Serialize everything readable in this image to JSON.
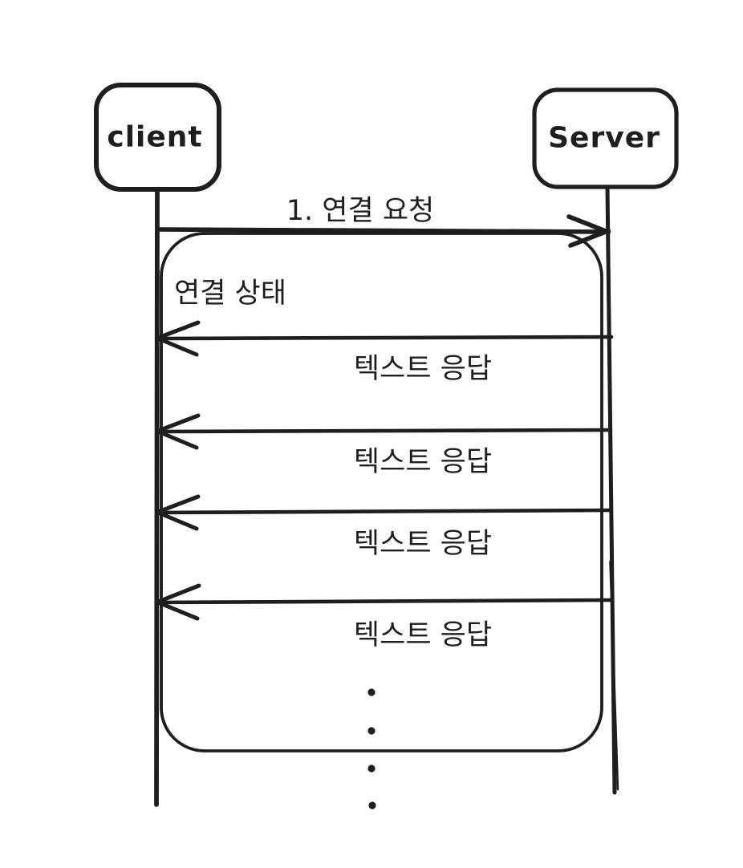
{
  "colors": {
    "ink": "#1e1e1e",
    "background": "#ffffff"
  },
  "diagram": {
    "type": "sequence-diagram",
    "style": "hand-drawn",
    "actors": [
      {
        "id": "client",
        "label": "client"
      },
      {
        "id": "server",
        "label": "Server"
      }
    ],
    "messages": [
      {
        "id": "connect-request",
        "from": "client",
        "to": "server",
        "label": "1. 연결 요청"
      },
      {
        "id": "text-response-1",
        "from": "server",
        "to": "client",
        "label": "텍스트 응답"
      },
      {
        "id": "text-response-2",
        "from": "server",
        "to": "client",
        "label": "텍스트 응답"
      },
      {
        "id": "text-response-3",
        "from": "server",
        "to": "client",
        "label": "텍스트 응답"
      },
      {
        "id": "text-response-4",
        "from": "server",
        "to": "client",
        "label": "텍스트 응답"
      }
    ],
    "group": {
      "label": "연결 상태"
    },
    "continuation_dot_count": 4
  }
}
